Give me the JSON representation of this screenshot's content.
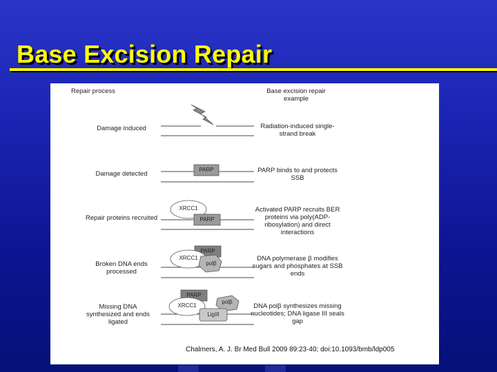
{
  "slide": {
    "title": "Base Excision Repair"
  },
  "figure": {
    "headers": {
      "left": "Repair process",
      "right": "Base excision repair example"
    },
    "steps": [
      {
        "process": "Damage induced",
        "example": "Radiation-induced single-strand break"
      },
      {
        "process": "Damage detected",
        "example": "PARP binds to and protects SSB"
      },
      {
        "process": "Repair proteins recruited",
        "example": "Activated PARP recruits BER proteins via poly(ADP-ribosylation) and direct interactions"
      },
      {
        "process": "Broken DNA ends processed",
        "example": "DNA polymerase β modifies sugars and phosphates at SSB ends"
      },
      {
        "process": "Missing DNA synthesized and ends ligated",
        "example": "DNA polβ synthesizes missing nucleotides; DNA ligase III seals gap"
      }
    ],
    "protein_labels": {
      "parp": "PARP",
      "xrcc1": "XRCC1",
      "polb": "polβ",
      "ligiii": "LigIII"
    },
    "citation": "Chalmers, A. J. Br Med Bull 2009 89:23-40; doi:10.1093/bmb/ldp005"
  }
}
